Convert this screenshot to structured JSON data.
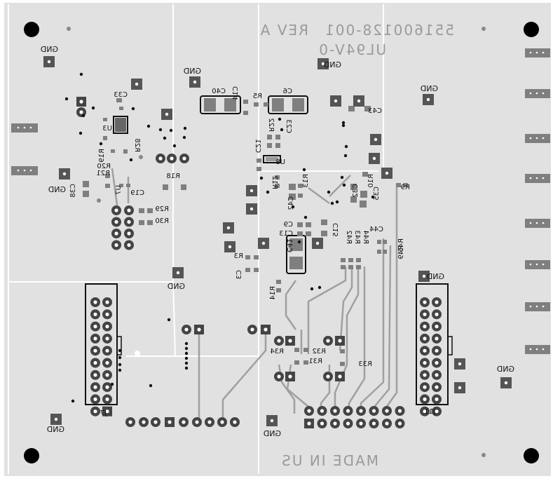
{
  "board": {
    "part_number": "551600128-001",
    "revision": "REV A",
    "ul_mark": "UL94V-0",
    "made_in": "MADE IN US",
    "colors": {
      "board": "#e1e1e1",
      "pad": "#7f7f7f",
      "pad_dark": "#444444",
      "drill": "#ffffff",
      "trace": "#a0a0a0",
      "silk": "#111111",
      "mirror_text": "#9a9a9a"
    }
  },
  "gnd_labels": [
    "GND",
    "GND",
    "GND",
    "GND",
    "GND",
    "GND",
    "GND",
    "GND",
    "GND",
    "GND"
  ],
  "connectors": [
    {
      "ref": "J7"
    },
    {
      "ref": "J11"
    }
  ],
  "components": {
    "left": [
      "C33",
      "U3",
      "R19",
      "R28",
      "R20",
      "R21",
      "U7",
      "C38",
      "C19",
      "R18",
      "R29",
      "R30"
    ],
    "top_center": [
      "C40",
      "C14",
      "R5",
      "C6",
      "C43",
      "R22",
      "C23",
      "C21",
      "U8",
      "R12",
      "R13",
      "C42",
      "C32",
      "C35",
      "R10",
      "R9"
    ],
    "center": [
      "C9",
      "C13",
      "C15",
      "C41",
      "R3",
      "C3",
      "R14",
      "C44",
      "R45",
      "R49",
      "R42",
      "R43",
      "R44"
    ],
    "bottom": [
      "R34",
      "R32",
      "R31",
      "R33"
    ]
  }
}
